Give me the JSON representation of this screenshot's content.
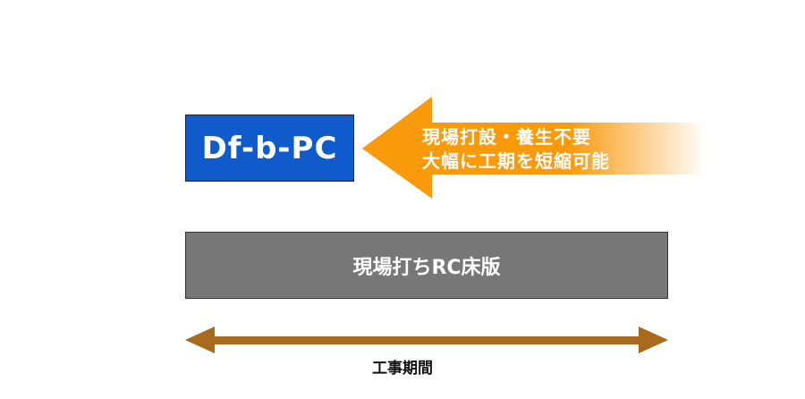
{
  "boxes": {
    "pc": "Df-b-PC",
    "rc": "現場打ちRC床版"
  },
  "arrow": {
    "line1": "現場打設・養生不要",
    "line2": "大幅に工期を短縮可能"
  },
  "period_label": "工事期間",
  "colors": {
    "blue": "#0f5bcc",
    "orange": "#f99a0b",
    "gray": "#777777",
    "brown": "#a86a1c"
  }
}
